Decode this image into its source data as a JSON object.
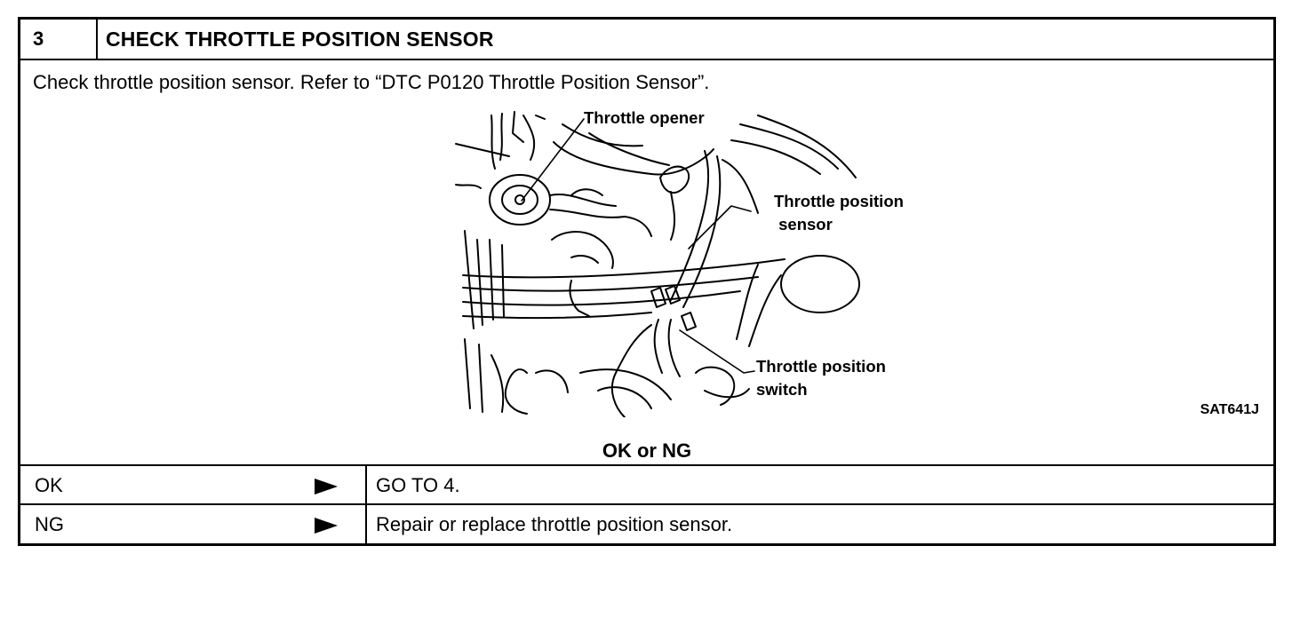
{
  "step": {
    "number": "3",
    "title": "CHECK THROTTLE POSITION SENSOR",
    "instruction": "Check throttle position sensor. Refer to “DTC P0120 Throttle Position Sensor”."
  },
  "figure": {
    "labels": {
      "throttle_opener": "Throttle opener",
      "tps_sensor": "Throttle position\n sensor",
      "tps_switch": "Throttle position\nswitch"
    },
    "code": "SAT641J"
  },
  "result_question": "OK or NG",
  "results": [
    {
      "label": "OK",
      "arrow_icon": "right-triangle-arrow-icon",
      "action": "GO TO 4."
    },
    {
      "label": "NG",
      "arrow_icon": "right-triangle-arrow-icon",
      "action": "Repair or replace throttle position sensor."
    }
  ]
}
